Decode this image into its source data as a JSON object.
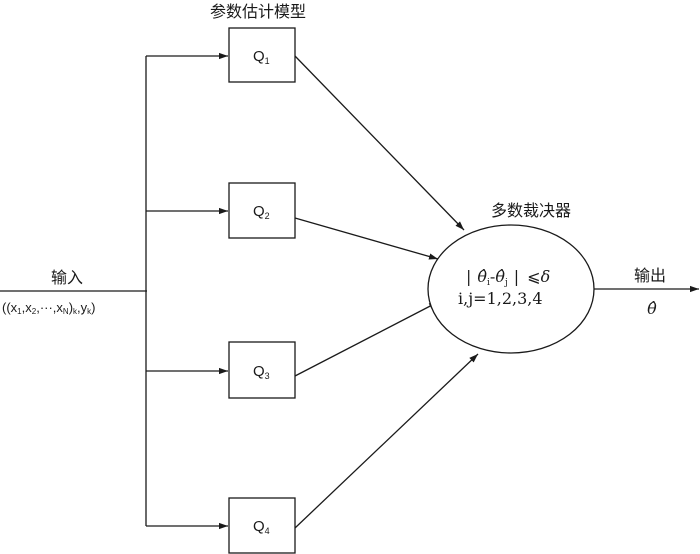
{
  "title": "参数估计模型",
  "input": {
    "label": "输入",
    "formula": {
      "open": "((x",
      "s1": "1",
      "c1": ",x",
      "s2": "2",
      "c2": ",···,x",
      "sN": "N",
      "close1": ")",
      "sk": "k",
      "c3": ",y",
      "sk2": "k",
      "close2": ")"
    }
  },
  "models": [
    {
      "base": "Q",
      "sub": "1"
    },
    {
      "base": "Q",
      "sub": "2"
    },
    {
      "base": "Q",
      "sub": "3"
    },
    {
      "base": "Q",
      "sub": "4"
    }
  ],
  "voter": {
    "title": "多数裁决器",
    "cond": {
      "bar_left": "|",
      "theta_i": "θ̂",
      "sub_i": "i",
      "minus": "-",
      "theta_j": "θ̂",
      "sub_j": "j",
      "bar_right": "|",
      "leq": "⩽",
      "delta": "δ"
    },
    "indices": "i,j=1,2,3,4"
  },
  "output": {
    "label": "输出",
    "symbol": "θ̂"
  }
}
